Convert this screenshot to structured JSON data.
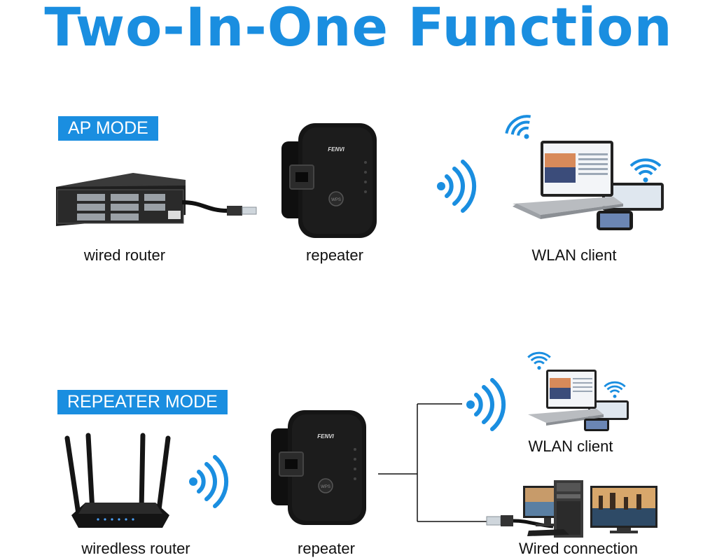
{
  "title": "Two-In-One Function",
  "colors": {
    "accent": "#1a8ee0",
    "device_black": "#121212",
    "wire": "#111111"
  },
  "ap_mode": {
    "badge": "AP MODE",
    "source_label": "wired router",
    "repeater_label": "repeater",
    "client_label": "WLAN client",
    "repeater_brand": "FENVI",
    "source_icon": "wired-router-icon",
    "client_icon": "laptop-tablet-phone-icon"
  },
  "repeater_mode": {
    "badge": "REPEATER MODE",
    "source_label": "wiredless router",
    "repeater_label": "repeater",
    "client_label": "WLAN client",
    "wired_label": "Wired connection",
    "repeater_brand": "FENVI",
    "source_icon": "wireless-router-icon",
    "client_icon": "laptop-tablet-phone-icon",
    "wired_icon": "desktop-pc-monitors-icon"
  }
}
